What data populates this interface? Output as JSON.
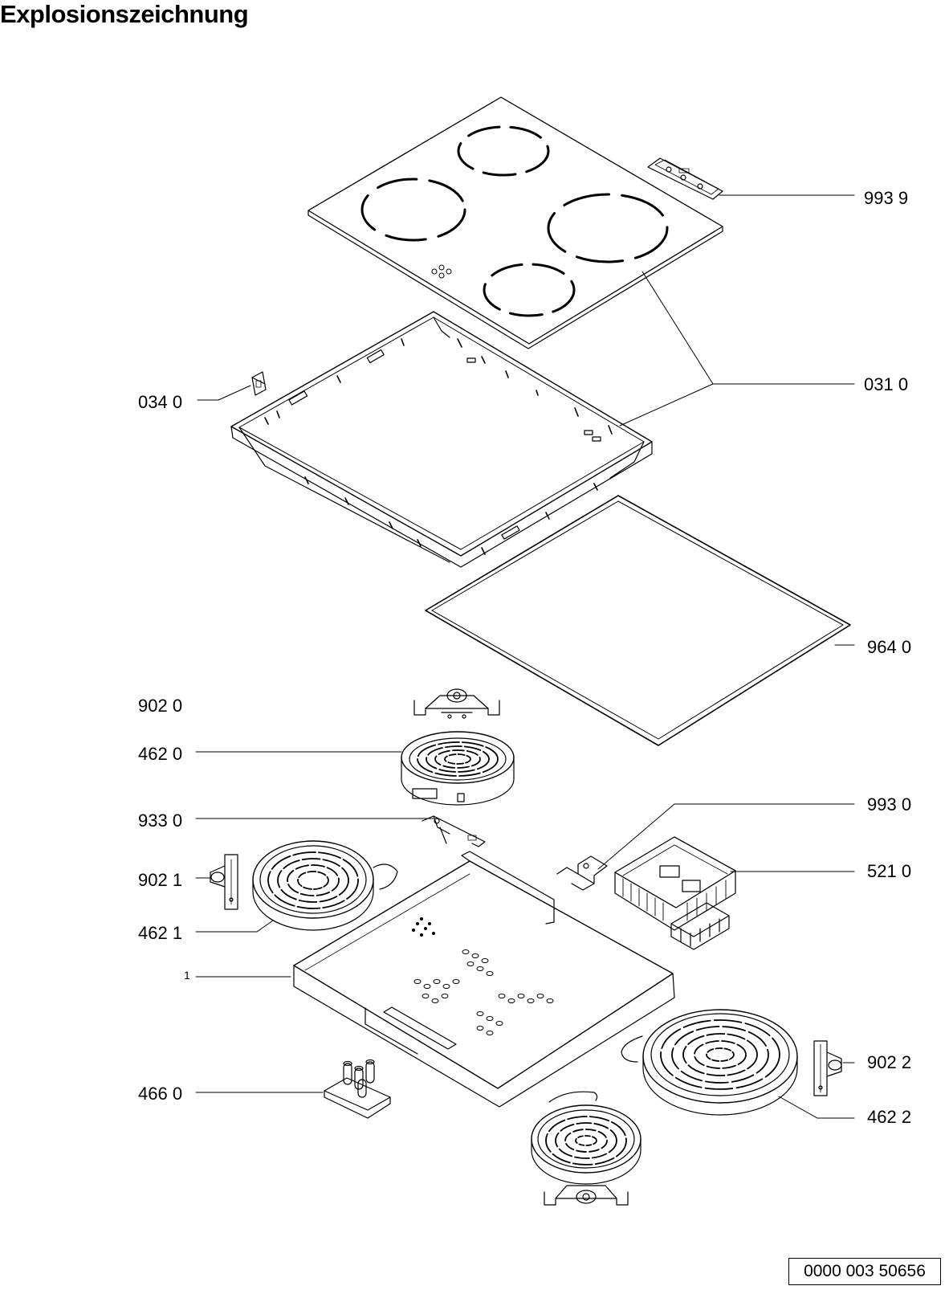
{
  "title": "Explosionszeichnung",
  "parts": {
    "p9939": "993 9",
    "p0310": "031 0",
    "p0340": "034 0",
    "p9640": "964 0",
    "p9020": "902 0",
    "p4620": "462 0",
    "p9930": "993 0",
    "p9330": "933 0",
    "p5210": "521 0",
    "p9021": "902 1",
    "p4621": "462 1",
    "p1": "1",
    "p9022": "902 2",
    "p4660": "466 0",
    "p4622": "462 2"
  },
  "document_number": "0000 003 50656"
}
